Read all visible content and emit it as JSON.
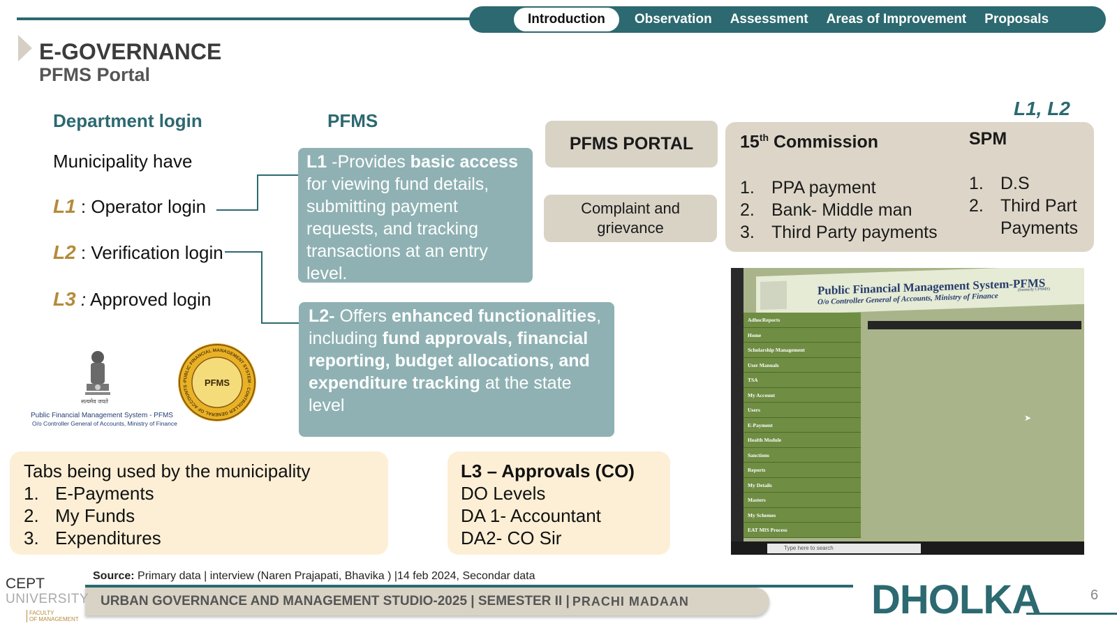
{
  "nav": {
    "tabs": [
      "Introduction",
      "Observation",
      "Assessment",
      "Areas of Improvement",
      "Proposals"
    ],
    "active": "Introduction"
  },
  "header": {
    "title": "E-GOVERNANCE",
    "subtitle": "PFMS Portal"
  },
  "left": {
    "heading": "Department login",
    "intro": "Municipality have",
    "levels": [
      {
        "code": "L1",
        "label": "Operator login"
      },
      {
        "code": "L2",
        "label": "Verification login"
      },
      {
        "code": "L3",
        "label": "Approved login"
      }
    ]
  },
  "pfms": {
    "heading": "PFMS",
    "l1": {
      "code": "L1",
      "t1": " -Provides ",
      "b1": "basic access",
      "t2": " for viewing fund details, submitting payment requests, and tracking transactions at an entry level."
    },
    "l2": {
      "code": "L2-",
      "t1": "  Offers ",
      "b1": "enhanced functionalities",
      "t2": ", including ",
      "b2": "fund approvals, financial reporting, budget allocations, and expenditure tracking",
      "t3": " at the state level"
    }
  },
  "portal": {
    "title": "PFMS PORTAL",
    "complaint": "Complaint and grievance"
  },
  "commission": {
    "tag": "L1, L2",
    "heading": "15",
    "heading_sup": "th",
    "heading_rest": " Commission",
    "items": [
      "PPA payment",
      "Bank- Middle man",
      "Third Party payments"
    ],
    "spm_heading": "SPM",
    "spm_items": [
      "D.S",
      "Third Part Payments"
    ]
  },
  "logos": {
    "caption": "Public Financial Management System - PFMS",
    "caption2": "O/o Controller General of Accounts, Ministry of Finance",
    "emblem_text": "सत्यमेव जयते",
    "seal_center": "PFMS",
    "seal_ring": "PUBLIC FINANCIAL MANAGEMENT SYSTEM · CONTROLLER GENERAL OF ACCOUNTS ·"
  },
  "tabs_box": {
    "heading": "Tabs being used by the municipality",
    "items": [
      "E-Payments",
      "My Funds",
      "Expenditures"
    ]
  },
  "l3_box": {
    "heading": "L3 – Approvals (CO)",
    "lines": [
      "DO Levels",
      "DA 1- Accountant",
      "DA2- CO Sir"
    ]
  },
  "screenshot": {
    "title": "Public Financial Management System-PFMS",
    "title_note": "(formerly CPSMS)",
    "subtitle": "O/o Controller General of Accounts, Ministry of Finance",
    "menu": [
      "AdhocReports",
      "Home",
      "Scholarship Management",
      "User Manuals",
      "TSA",
      "My Account",
      "Users",
      "E-Payment",
      "Health Module",
      "Sanctions",
      "Reports",
      "My Details",
      "Masters",
      "My Schemes",
      "EAT MIS Process"
    ],
    "taskbar_search": "Type here to search"
  },
  "footer": {
    "source_label": "Source:",
    "source_text": " Primary data | interview (Naren Prajapati, Bhavika ) |14 feb 2024, Secondar data",
    "studio": "URBAN GOVERNANCE AND MANAGEMENT STUDIO-2025 | SEMESTER II |",
    "author": "PRACHI MADAAN",
    "city": "DHOLKA",
    "page": "6",
    "univ_line1": "CEPT",
    "univ_line2": "UNIVERSITY",
    "faculty1": "FACULTY",
    "faculty2": "OF MANAGEMENT"
  },
  "colors": {
    "teal": "#2c6970",
    "sage": "#8fb1b3",
    "beige": "#d9d3c6",
    "cream": "#fdefd5",
    "gold": "#b58b3a"
  }
}
